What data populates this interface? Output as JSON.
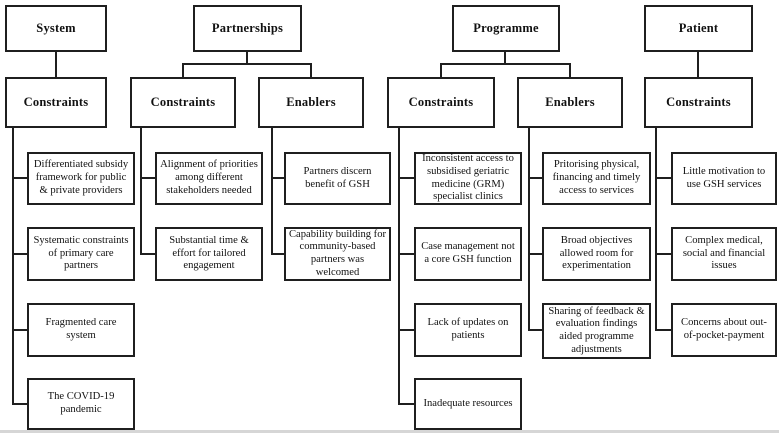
{
  "diagram": {
    "background": "#ffffff",
    "line_color": "#1f1f1f",
    "text_color": "#111111",
    "groups": [
      {
        "title": "System",
        "branches": [
          {
            "label": "Constraints",
            "items": [
              "Differentiated subsidy framework for public & private providers",
              "Systematic constraints of primary care partners",
              "Fragmented care system",
              "The COVID-19 pandemic"
            ]
          }
        ]
      },
      {
        "title": "Partnerships",
        "branches": [
          {
            "label": "Constraints",
            "items": [
              "Alignment of priorities among different stakeholders needed",
              "Substantial time & effort for tailored engagement"
            ]
          },
          {
            "label": "Enablers",
            "items": [
              "Partners discern benefit of GSH",
              "Capability building for community-based partners was welcomed"
            ]
          }
        ]
      },
      {
        "title": "Programme",
        "branches": [
          {
            "label": "Constraints",
            "items": [
              "Inconsistent access to subsidised geriatric medicine (GRM) specialist clinics",
              "Case management not a core GSH function",
              "Lack of updates on patients",
              "Inadequate resources"
            ]
          },
          {
            "label": "Enablers",
            "items": [
              "Pritorising physical, financing and timely access to services",
              "Broad objectives allowed room for experimentation",
              "Sharing of feedback & evaluation findings aided programme adjustments"
            ]
          }
        ]
      },
      {
        "title": "Patient",
        "branches": [
          {
            "label": "Constraints",
            "items": [
              "Little motivation to use GSH services",
              "Complex medical, social and financial issues",
              "Concerns about out-of-pocket-payment"
            ]
          }
        ]
      }
    ]
  }
}
